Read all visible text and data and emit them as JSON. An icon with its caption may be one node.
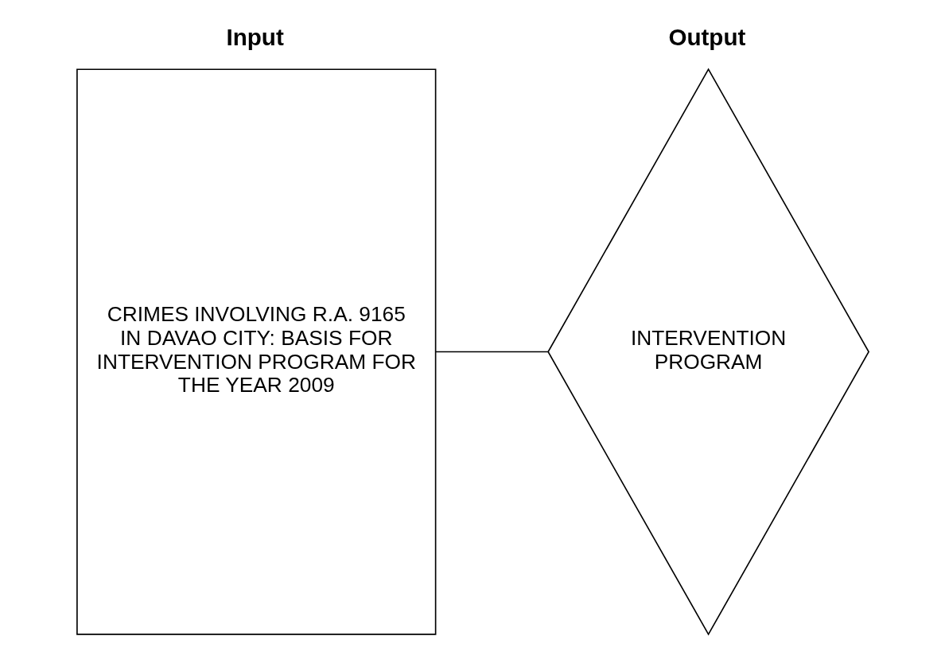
{
  "diagram": {
    "nodes": [
      {
        "text": [
          "Input",
          "CRIMES INVOLVING R.A. 9165 IN DAVAO CITY: BASIS FOR INTERVENTION PROGRAM FOR THE YEAR 2009"
        ]
      },
      {
        "text": [
          "Output",
          "INTERVENTION PROGRAM"
        ]
      }
    ],
    "edges": [
      {
        "from": 0,
        "to": 1,
        "arrow": "none"
      }
    ]
  }
}
